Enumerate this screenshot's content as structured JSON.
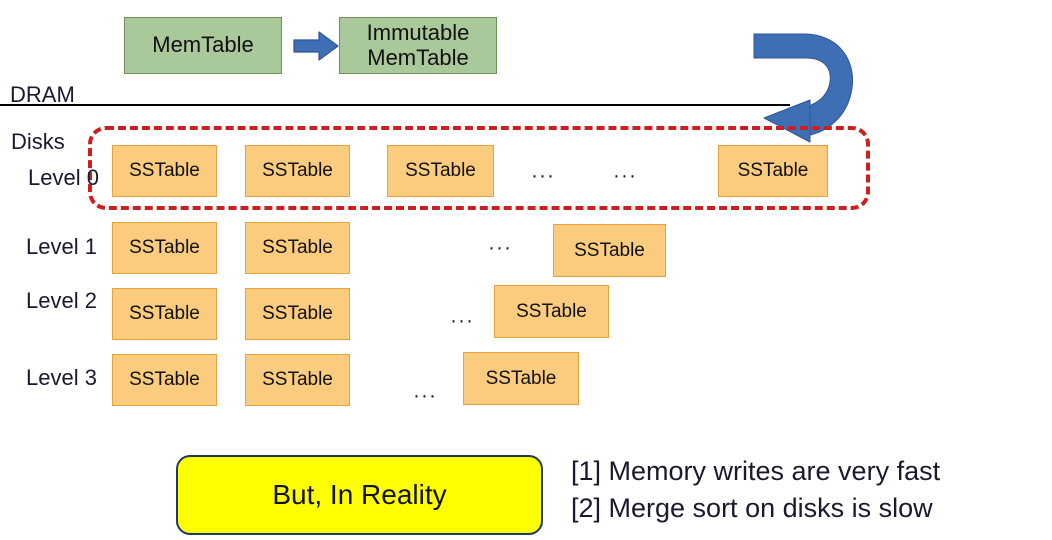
{
  "diagram": {
    "title_labels": {
      "dram": "DRAM",
      "disks": "Disks"
    },
    "memory": {
      "memtable": "MemTable",
      "immutable_memtable": "Immutable\nMemTable",
      "immutable_memtable_line1": "Immutable",
      "immutable_memtable_line2": "MemTable",
      "flush_arrow_icon": "right-block-arrow-icon",
      "compaction_arrow_icon": "u-turn-curved-arrow-icon"
    },
    "sstable_label": "SSTable",
    "ellipsis": "···",
    "levels": [
      {
        "label": "Level 0",
        "label_prefix": "Level",
        "label_index": "0",
        "tables": 4,
        "ellipsis_count": 2,
        "highlighted": true
      },
      {
        "label": "Level 1",
        "label_prefix": "Level",
        "label_index": "1",
        "tables": 3,
        "ellipsis_count": 1,
        "highlighted": false
      },
      {
        "label": "Level 2",
        "label_prefix": "Level",
        "label_index": "2",
        "tables": 3,
        "ellipsis_count": 1,
        "highlighted": false
      },
      {
        "label": "Level 3",
        "label_prefix": "Level",
        "label_index": "3",
        "tables": 3,
        "ellipsis_count": 1,
        "highlighted": false
      }
    ],
    "callout": {
      "button_label": "But, In Reality",
      "notes": [
        "[1] Memory writes are very fast",
        "[2] Merge sort on disks is slow"
      ],
      "note_1": "[1] Memory writes are very fast",
      "note_2": "[2] Merge sort on disks is slow"
    },
    "colors": {
      "memtable_fill": "#A9C99A",
      "memtable_stroke": "#6E8F5A",
      "sstable_fill": "#FBCB7E",
      "sstable_stroke": "#E8A33D",
      "arrow_blue": "#3E6FB5",
      "arrow_blue_dark": "#2E5596",
      "highlight_red": "#CC1F1F",
      "reality_fill": "#FFFF00",
      "reality_stroke": "#1F3864",
      "text": "#1a1a2e",
      "divider": "#000000"
    }
  }
}
